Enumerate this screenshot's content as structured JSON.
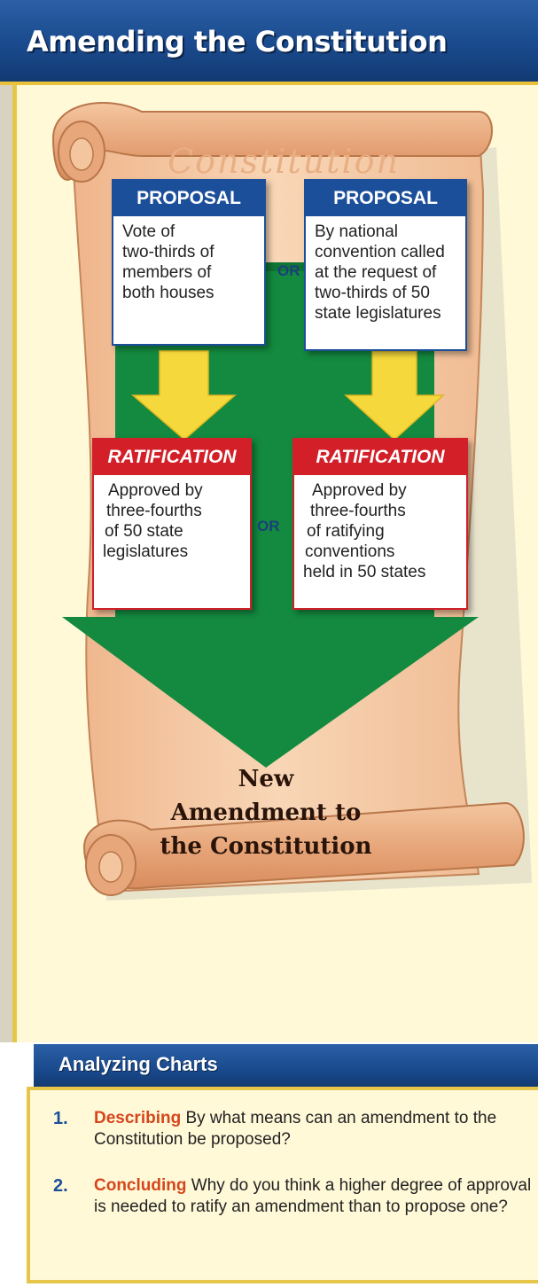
{
  "header": {
    "title": "Amending the Constitution"
  },
  "diagram": {
    "scroll_title": "Constitution",
    "proposal_left": {
      "heading": "PROPOSAL",
      "lines": [
        "Vote of",
        "two-thirds of",
        "members of",
        "both houses"
      ]
    },
    "proposal_right": {
      "heading": "PROPOSAL",
      "lines": [
        "By national",
        "convention called",
        "at the request of",
        "two-thirds of 50",
        "state legislatures"
      ]
    },
    "or_label": "OR",
    "ratification_left": {
      "heading": "RATIFICATION",
      "lines": [
        "Approved by",
        "three-fourths",
        "of 50 state",
        "legislatures"
      ]
    },
    "ratification_right": {
      "heading": "RATIFICATION",
      "lines": [
        "Approved by",
        "three-fourths",
        "of ratifying",
        "conventions",
        "held in 50 states"
      ]
    },
    "result": {
      "lines": [
        "New",
        "Amendment to",
        "the Constitution"
      ]
    },
    "colors": {
      "proposal": "#1c4f9a",
      "ratification": "#d21f28",
      "arrow_green": "#138a3f",
      "arrow_yellow": "#f5d93c",
      "scroll": "#f4c9a8"
    }
  },
  "analyzing": {
    "title": "Analyzing Charts",
    "questions": [
      {
        "number": "1.",
        "keyword": "Describing",
        "text": "By what means can an amendment to the Constitution be proposed?"
      },
      {
        "number": "2.",
        "keyword": "Concluding",
        "text": "Why do you think a higher degree of approval is needed to ratify an amendment than to propose one?"
      }
    ]
  }
}
